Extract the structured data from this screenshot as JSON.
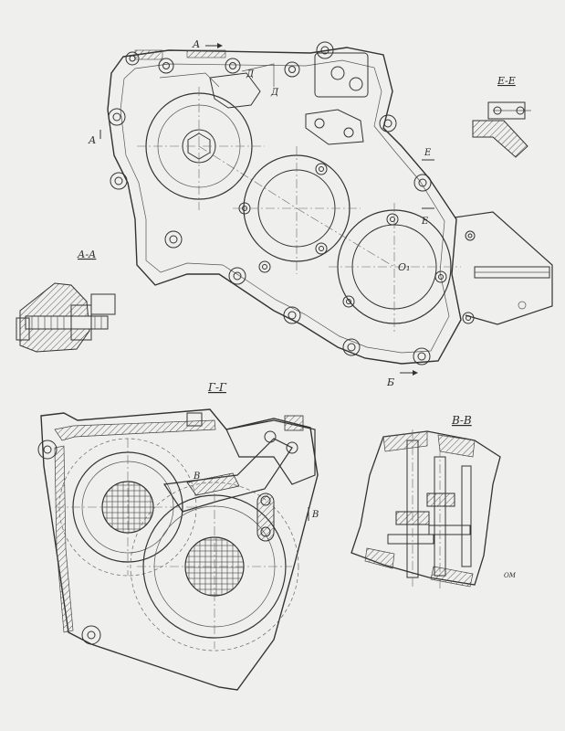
{
  "sections": {
    "aa": "А-А",
    "ee": "Е-Е",
    "gg": "Г-Г",
    "vv": "В-В"
  },
  "markers": {
    "a_top": "А",
    "a_left": "А",
    "d1": "Д",
    "d2": "Д",
    "e_upper": "Е",
    "e_lower": "Е",
    "b_bottom": "Б",
    "o1": "О₁",
    "v_left": "В",
    "v_right": "В",
    "corner_note": "ОМ"
  },
  "colors": {
    "paper": "#efefed",
    "ink": "#333333",
    "hatch": "#555555"
  }
}
